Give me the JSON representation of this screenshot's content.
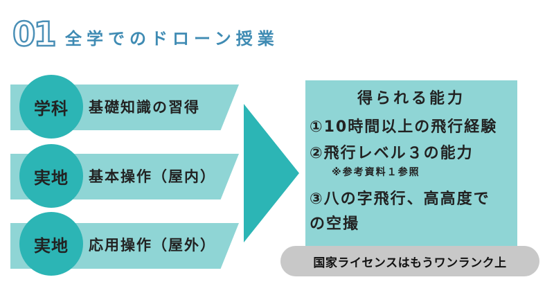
{
  "header": {
    "number": "01",
    "title": "全学でのドローン授業"
  },
  "rows": [
    {
      "tag": "学科",
      "text": "基礎知識の習得"
    },
    {
      "tag": "実地",
      "text": "基本操作（屋内）"
    },
    {
      "tag": "実地",
      "text": "応用操作（屋外）"
    }
  ],
  "panel": {
    "title": "得られる能力",
    "item1": "①10時間以上の飛行経験",
    "item2": "②飛行レベル３の能力",
    "note": "※参考資料１参照",
    "item3_line1": "③八の字飛行、高高度で",
    "item3_line2": "の空撮"
  },
  "banner": "国家ライセンスはもうワンランク上",
  "colors": {
    "teal": "#2cb5b5",
    "light_teal": "#8fd5d5",
    "title_blue": "#3f8bb3",
    "pill_gray": "#c8c8c8"
  }
}
